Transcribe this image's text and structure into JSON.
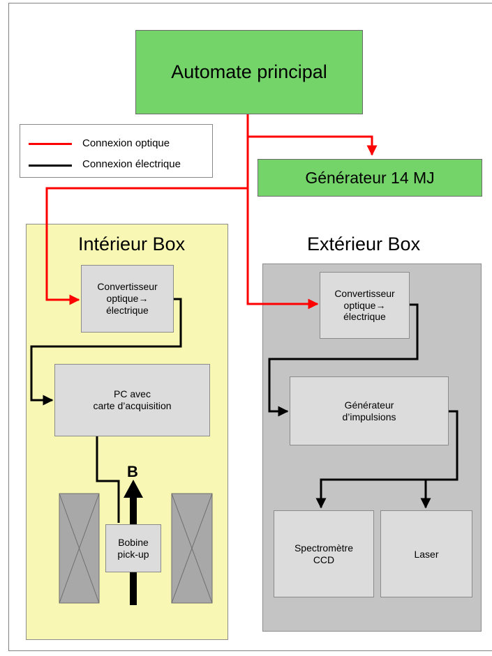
{
  "legend": {
    "optical": "Connexion optique",
    "electrical": "Connexion électrique",
    "optical_color": "#ff0000",
    "electrical_color": "#000000"
  },
  "nodes": {
    "main_controller": "Automate principal",
    "generator_14mj": "Générateur 14 MJ",
    "converter_inside": "Convertisseur\noptique→\nélectrique",
    "pc_acquisition": "PC avec\ncarte d’acquisition",
    "pickup_coil": "Bobine\npick-up",
    "converter_outside": "Convertisseur\noptique→\nélectrique",
    "pulse_generator": "Générateur\nd’impulsions",
    "spectrometer": "Spectromètre\nCCD",
    "laser": "Laser"
  },
  "regions": {
    "inside": "Intérieur Box",
    "outside": "Extérieur Box"
  },
  "field_label": "B",
  "colors": {
    "green": "#74d46a",
    "inside_region": "#f8f8b4",
    "outside_region": "#c4c4c4",
    "gray_box": "#dcdcdc",
    "coil_block": "#a8a8a8"
  }
}
